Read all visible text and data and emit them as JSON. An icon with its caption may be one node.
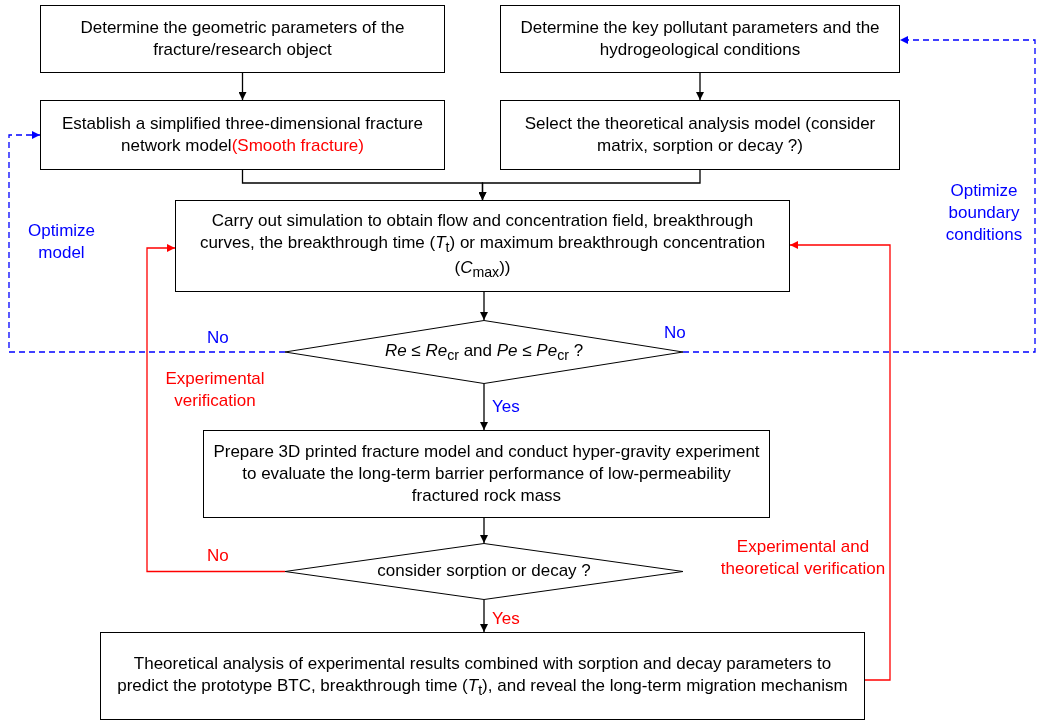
{
  "diagram": {
    "nodes": [
      {
        "text": [
          "Determine the geometric parameters of the fracture/research object"
        ]
      },
      {
        "text": [
          "Determine the key pollutant parameters and the hydrogeological conditions"
        ]
      },
      {
        "text": [
          "Establish a simplified three-dimensional fracture network model",
          "(Smooth fracture)"
        ]
      },
      {
        "text": [
          "Select the theoretical analysis model (consider matrix, sorption or decay ?)"
        ]
      },
      {
        "text": [
          "Carry out simulation to obtain flow and concentration field, breakthrough curves, the breakthrough time (*T*$_{t}$) or maximum breakthrough concentration (*C*$_{max}$))"
        ]
      },
      {
        "text": [
          "*Re* ≤ *Re*$_{cr}$  and *Pe* ≤ *Pe*$_{cr}$ ?"
        ]
      },
      {
        "text": [
          "Prepare 3D printed fracture model and conduct hyper-gravity experiment to evaluate the long-term barrier performance of low-permeability fractured rock mass"
        ]
      },
      {
        "text": [
          "consider sorption or decay ?"
        ]
      },
      {
        "text": [
          "Theoretical analysis of experimental results combined with sorption and decay parameters to predict the prototype BTC, breakthrough time (*T*$_{t}$),  and reveal the long-term migration mechanism"
        ]
      }
    ],
    "edges": [
      {
        "from": 0,
        "to": 2,
        "arrow": "to"
      },
      {
        "from": 1,
        "to": 3,
        "arrow": "to"
      },
      {
        "from": 2,
        "to": 4,
        "arrow": "to"
      },
      {
        "from": 3,
        "to": 4,
        "arrow": "to"
      },
      {
        "from": 4,
        "to": 5,
        "arrow": "to"
      },
      {
        "from": 5,
        "to": 6,
        "arrow": "to",
        "label": "Yes"
      },
      {
        "from": 5,
        "to": 2,
        "arrow": "to",
        "label": "No",
        "style": "dashed",
        "color": "#0000ff"
      },
      {
        "from": 5,
        "to": 1,
        "arrow": "to",
        "label": "No",
        "style": "dashed",
        "color": "#0000ff"
      },
      {
        "from": 6,
        "to": 7,
        "arrow": "to"
      },
      {
        "from": 7,
        "to": 8,
        "arrow": "to",
        "label": "Yes"
      },
      {
        "from": 7,
        "to": 4,
        "arrow": "to",
        "label": "No",
        "color": "#ff0000"
      },
      {
        "from": 8,
        "to": 4,
        "arrow": "to",
        "color": "#ff0000"
      }
    ],
    "labels": [
      "Optimize model",
      "Optimize boundary conditions",
      "Experimental verification",
      "Experimental and theoretical verification"
    ]
  }
}
